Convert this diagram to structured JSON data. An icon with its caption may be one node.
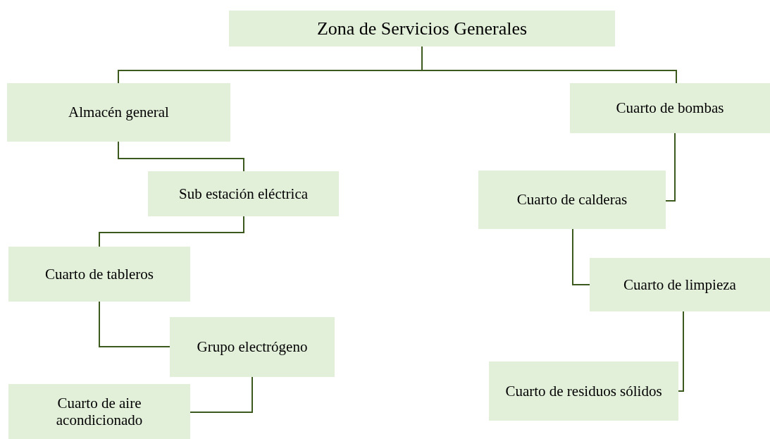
{
  "diagram": {
    "nodes": [
      {
        "text": [
          "Zona de Servicios Generales"
        ]
      },
      {
        "text": [
          "Almacén general"
        ]
      },
      {
        "text": [
          "Cuarto de bombas"
        ]
      },
      {
        "text": [
          "Sub estación eléctrica"
        ]
      },
      {
        "text": [
          "Cuarto de calderas"
        ]
      },
      {
        "text": [
          "Cuarto de tableros"
        ]
      },
      {
        "text": [
          "Cuarto de limpieza"
        ]
      },
      {
        "text": [
          "Grupo electrógeno"
        ]
      },
      {
        "text": [
          "Cuarto de residuos sólidos"
        ]
      },
      {
        "text": [
          "Cuarto de aire acondicionado"
        ]
      }
    ],
    "edges": [
      {
        "from": 0,
        "to": 1,
        "arrow": "none"
      },
      {
        "from": 0,
        "to": 2,
        "arrow": "none"
      },
      {
        "from": 1,
        "to": 3,
        "arrow": "none"
      },
      {
        "from": 2,
        "to": 4,
        "arrow": "none"
      },
      {
        "from": 3,
        "to": 5,
        "arrow": "none"
      },
      {
        "from": 4,
        "to": 6,
        "arrow": "none"
      },
      {
        "from": 5,
        "to": 7,
        "arrow": "none"
      },
      {
        "from": 6,
        "to": 8,
        "arrow": "none"
      },
      {
        "from": 7,
        "to": 9,
        "arrow": "none"
      }
    ]
  }
}
